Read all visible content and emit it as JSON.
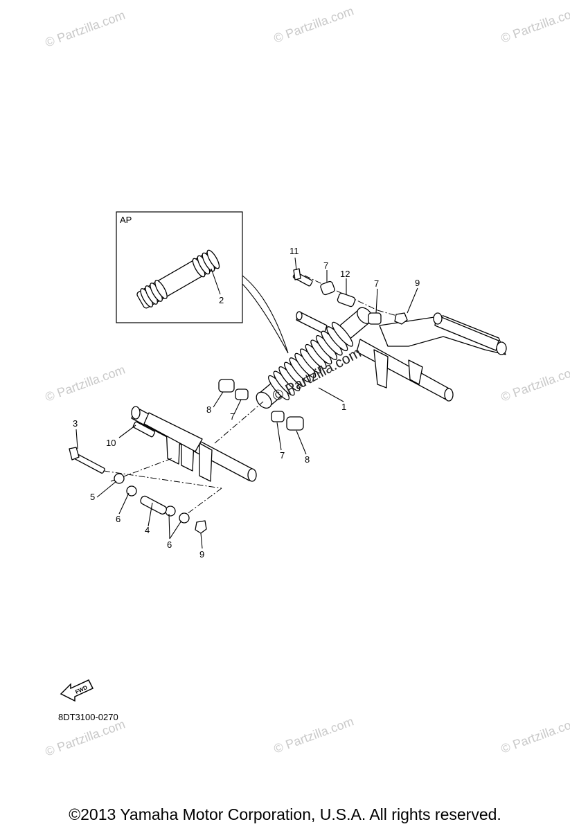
{
  "diagram": {
    "inset_label": "AP",
    "callouts": {
      "c1": "1",
      "c2": "2",
      "c3": "3",
      "c4": "4",
      "c5": "5",
      "c6a": "6",
      "c6b": "6",
      "c7a": "7",
      "c7b": "7",
      "c7c": "7",
      "c7d": "7",
      "c8a": "8",
      "c8b": "8",
      "c9a": "9",
      "c9b": "9",
      "c10": "10",
      "c11": "11",
      "c12": "12"
    },
    "fwd_label": "FWD",
    "figure_code": "8DT3100-0270",
    "center_watermark": "© Partzilla.com"
  },
  "watermark": {
    "text": "© Partzilla.com",
    "color": "#c9c9c9"
  },
  "footer": {
    "copyright": "©2013  Yamaha Motor Corporation, U.S.A. All rights reserved."
  }
}
